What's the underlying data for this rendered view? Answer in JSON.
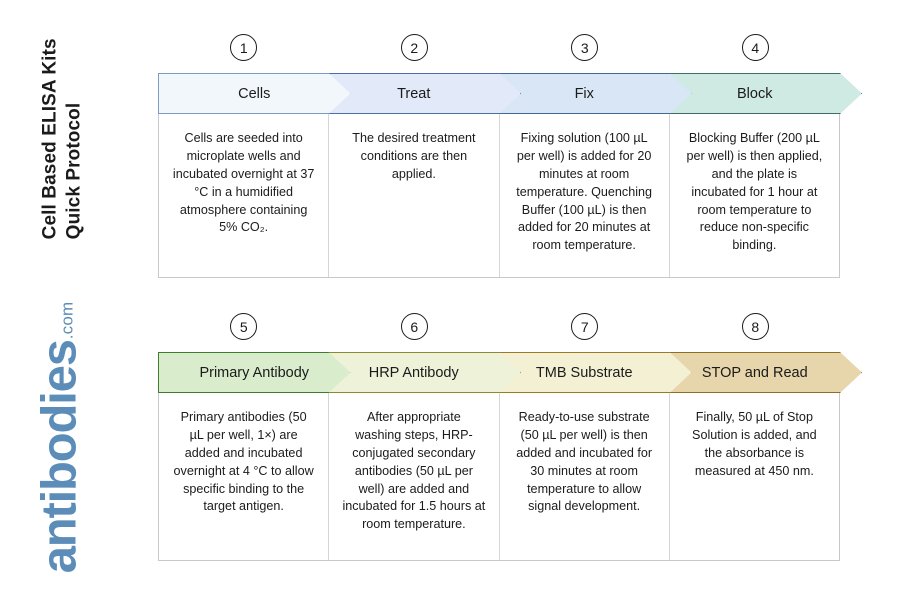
{
  "title": "Cell Based ELISA Kits\nQuick Protocol",
  "brand": {
    "name": "antibodies",
    "tld": ".com",
    "color": "#5b8db8"
  },
  "rows": [
    {
      "id": "row-1",
      "steps": [
        {
          "number": "1",
          "label": "Cells",
          "description": "Cells are seeded into microplate wells and incubated overnight at 37 °C in a humidified atmosphere containing 5% CO₂.",
          "fill": "#f2f7fc",
          "stroke": "#7e9cc2"
        },
        {
          "number": "2",
          "label": "Treat",
          "description": "The desired treatment conditions are then applied.",
          "fill": "#e2e9f8",
          "stroke": "#4a6ea8"
        },
        {
          "number": "3",
          "label": "Fix",
          "description": "Fixing solution (100 µL per well) is added for 20 minutes at room temperature. Quenching Buffer (100 µL) is then added for 20 minutes at room temperature.",
          "fill": "#d9e6f5",
          "stroke": "#3f6896"
        },
        {
          "number": "4",
          "label": "Block",
          "description": "Blocking Buffer (200 µL per well) is then applied, and the plate is incubated for 1 hour at room temperature to reduce non-specific binding.",
          "fill": "#cfeae2",
          "stroke": "#3f6b68"
        }
      ]
    },
    {
      "id": "row-2",
      "steps": [
        {
          "number": "5",
          "label": "Primary Antibody",
          "description": "Primary antibodies (50 µL per well, 1×) are added and incubated overnight at 4 °C to allow specific binding to the target antigen.",
          "fill": "#d9edcc",
          "stroke": "#3f7d2e"
        },
        {
          "number": "6",
          "label": "HRP Antibody",
          "description": "After appropriate washing steps, HRP-conjugated secondary antibodies (50 µL per well) are added and incubated for 1.5 hours at room temperature.",
          "fill": "#eef2d8",
          "stroke": "#8a8b2c"
        },
        {
          "number": "7",
          "label": "TMB Substrate",
          "description": "Ready-to-use substrate (50 µL per well) is then added and incubated for 30 minutes at room temperature to allow signal development.",
          "fill": "#f4f0d4",
          "stroke": "#9a7b22"
        },
        {
          "number": "8",
          "label": "STOP and Read",
          "description": "Finally, 50 µL of Stop Solution is added, and the absorbance is measured at 450 nm.",
          "fill": "#e7d6ab",
          "stroke": "#8f6f1e"
        }
      ]
    }
  ]
}
